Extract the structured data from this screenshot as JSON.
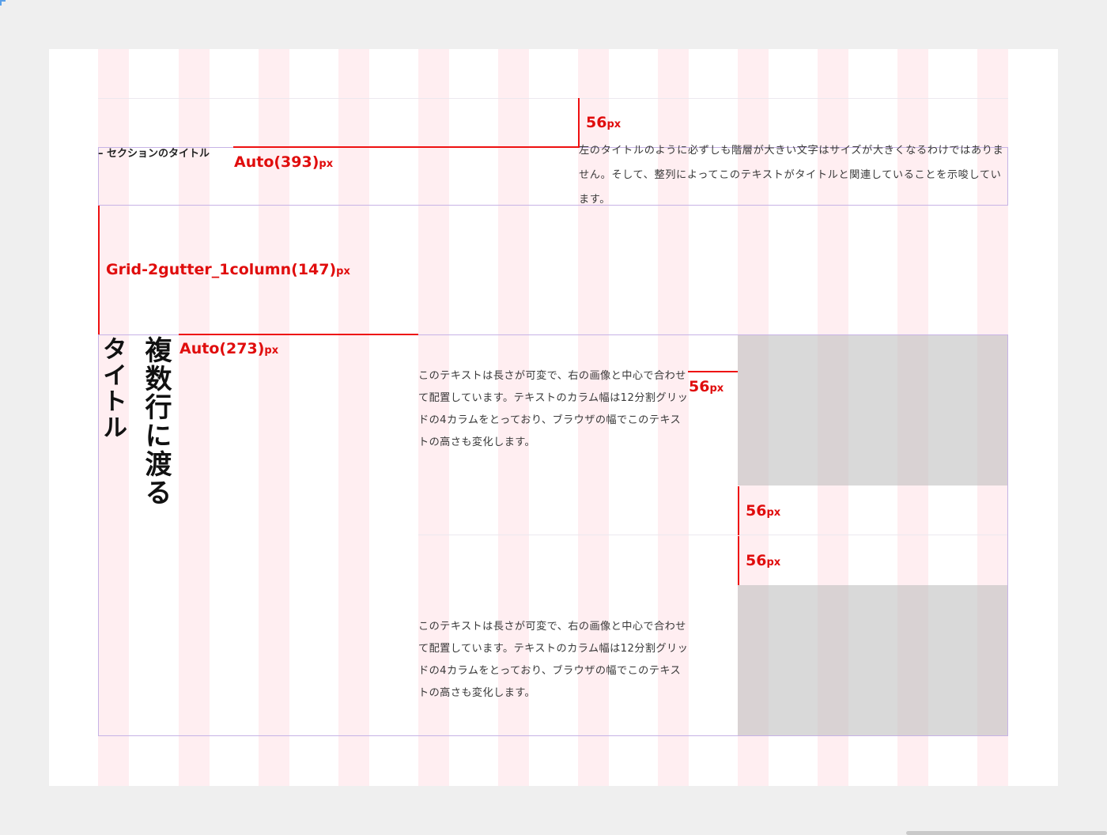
{
  "section": {
    "title": "セクションのタイトル",
    "description": "左のタイトルのように必ずしも階層が大きい文字はサイズが大きくなるわけではありません。そして、整列によってこのテキストがタイトルと関連していることを示唆しています。"
  },
  "feature": {
    "title_line_1": "タイトル",
    "title_line_2": "複数行に渡る",
    "text_1": "このテキストは長さが可変で、右の画像と中心で合わせて配置しています。テキストのカラム幅は12分割グリッドの4カラムをとっており、ブラウザの幅でこのテキストの高さも変化します。",
    "text_2": "このテキストは長さが可変で、右の画像と中心で合わせて配置しています。テキストのカラム幅は12分割グリッドの4カラムをとっており、ブラウザの幅でこのテキストの高さも変化します。"
  },
  "annotations": {
    "unit": "px",
    "top_spacing": "56",
    "title_width": "Auto(393)",
    "section_gap": "Grid-2gutter_1column(147)",
    "feature_title_width": "Auto(273)",
    "text_image_gap": "56",
    "image_gap_a": "56",
    "image_gap_b": "56"
  },
  "colors": {
    "annotation": "#e00d0d",
    "grid_column": "#ff3b5c",
    "guide": "#c7b3e6",
    "image_placeholder": "#d9d9d9"
  }
}
